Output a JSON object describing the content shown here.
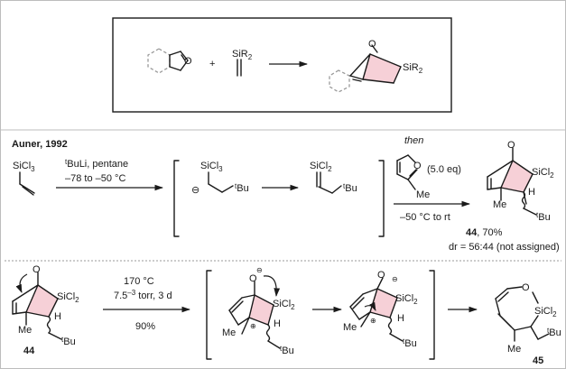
{
  "top_scheme": {
    "reagent_label": "SiR",
    "reagent_sub": "2",
    "plus": "+",
    "oxygen": "O",
    "product_label": "SiR",
    "product_sub": "2"
  },
  "auner": {
    "title": "Auner, 1992",
    "start_si": "SiCl",
    "start_sub": "3",
    "cond_sup": "t",
    "cond_line1": "BuLi, pentane",
    "cond_line2": "–78 to –50 °C",
    "int1_si": "SiCl",
    "int1_sub": "3",
    "int1_charge": "⊖",
    "int1_tbu_sup": "t",
    "int1_tbu": "Bu",
    "int2_si": "SiCl",
    "int2_sub": "2",
    "int2_tbu_sup": "t",
    "int2_tbu": "Bu",
    "then": "then",
    "furan_o": "O",
    "furan_eq": "(5.0 eq)",
    "furan_me": "Me",
    "furan_cond": "–50 °C to rt",
    "prod_o": "O",
    "prod_si": "SiCl",
    "prod_sub": "2",
    "prod_h": "H",
    "prod_me": "Me",
    "prod_tbu_sup": "t",
    "prod_tbu": "Bu",
    "prod_num": "44",
    "prod_yield": ", 70%",
    "prod_dr": "dr = 56:44 (not assigned)"
  },
  "thermal": {
    "sm_o": "O",
    "sm_si": "SiCl",
    "sm_sub": "2",
    "sm_h": "H",
    "sm_me": "Me",
    "sm_tbu_sup": "t",
    "sm_tbu": "Bu",
    "sm_num": "44",
    "cond_temp": "170 °C",
    "cond_press_a": "7.5",
    "cond_press_sup": "–3",
    "cond_press_b": " torr, 3 d",
    "cond_yield": "90%",
    "i1_o": "O",
    "i1_minus": "⊖",
    "i1_si": "SiCl",
    "i1_sub": "2",
    "i1_h": "H",
    "i1_me": "Me",
    "i1_plus": "⊕",
    "i1_tbu_sup": "t",
    "i1_tbu": "Bu",
    "i2_o": "O",
    "i2_minus": "⊖",
    "i2_si": "SiCl",
    "i2_sub": "2",
    "i2_h": "H",
    "i2_me": "Me",
    "i2_plus": "⊕",
    "i2_tbu_sup": "t",
    "i2_tbu": "Bu",
    "p_o": "O",
    "p_si": "SiCl",
    "p_sub": "2",
    "p_me": "Me",
    "p_tbu_sup": "t",
    "p_tbu": "Bu",
    "p_num": "45"
  }
}
